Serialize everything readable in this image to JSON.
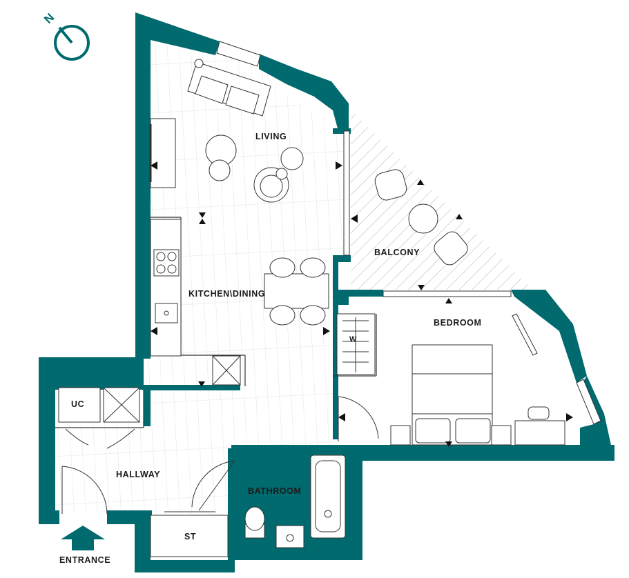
{
  "compass": {
    "icon": "north-compass-icon",
    "north_label": "N"
  },
  "rooms": {
    "living": "LIVING",
    "balcony": "BALCONY",
    "kitchen_dining": "KITCHEN\\DINING",
    "bedroom": "BEDROOM",
    "hallway": "HALLWAY",
    "bathroom": "BATHROOM",
    "storage": "ST",
    "utility_cupboard": "UC",
    "wardrobe": "W"
  },
  "entrance_label": "ENTRANCE",
  "colors": {
    "wall": "#006a6e",
    "fixture_line": "#333333",
    "floorboards": "#d9d9d9",
    "background": "#ffffff"
  }
}
